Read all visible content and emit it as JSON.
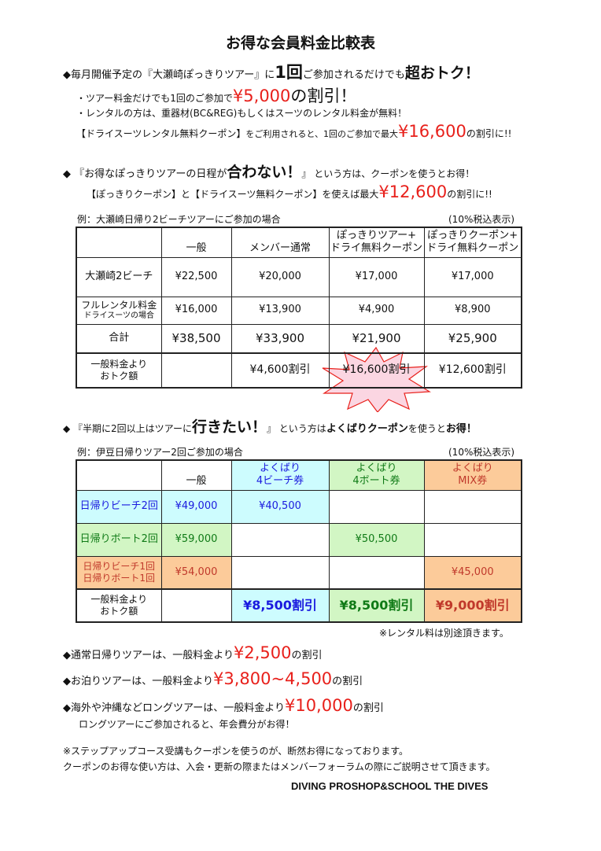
{
  "title": "お得な会員料金比較表",
  "s1": {
    "head_a": "◆毎月開催予定の『大瀬崎ぽっきりツアー』に",
    "head_b": "1回",
    "head_c": "ご参加されるだけでも",
    "head_d": "超おトク！",
    "l1_a": "・ツアー料金だけでも1回のご参加で",
    "l1_b": "¥5,000",
    "l1_c": "の割引！",
    "l2": "・レンタルの方は、重器材(BC&REG)もしくはスーツのレンタル料金が無料！",
    "l3_a": "【ドライスーツレンタル無料クーポン】",
    "l3_b": "をご利用されると、1回のご参加で最大",
    "l3_c": "¥16,600",
    "l3_d": "の割引に!!"
  },
  "s2": {
    "head_a": "◆ 『お得なぽっきりツアーの日程が",
    "head_b": "合わない！",
    "head_c": "』 という方は、クーポンを使うとお得！",
    "l1_a": "【ぽっきりクーポン】と【ドライスーツ無料クーポン】を使えば最大",
    "l1_b": "¥12,600",
    "l1_c": "の割引に!!"
  },
  "t1": {
    "caption": "例：大瀬崎日帰り2ビーチツアーにご参加の場合",
    "tax": "(10%税込表示)",
    "headers": [
      "一般",
      "メンバー通常",
      "ぽっきりツアー+\nドライ無料クーポン",
      "ぽっきりクーポン+\nドライ無料クーポン"
    ],
    "header_c3_l1": "ぽっきりツアー+",
    "header_c3_l2": "ドライ無料クーポン",
    "header_c4_l1": "ぽっきりクーポン+",
    "header_c4_l2": "ドライ無料クーポン",
    "row1": {
      "label": "大瀬崎2ビーチ",
      "v": [
        "¥22,500",
        "¥20,000",
        "¥17,000",
        "¥17,000"
      ]
    },
    "row2": {
      "label": "フルレンタル料金",
      "sub": "ドライスーツの場合",
      "v": [
        "¥16,000",
        "¥13,900",
        "¥4,900",
        "¥8,900"
      ]
    },
    "row3": {
      "label": "合計",
      "v": [
        "¥38,500",
        "¥33,900",
        "¥21,900",
        "¥25,900"
      ]
    },
    "row4": {
      "label_l1": "一般料金より",
      "label_l2": "おトク額",
      "v": [
        "",
        "¥4,600割引",
        "¥16,600割引",
        "¥12,600割引"
      ]
    }
  },
  "s3": {
    "head_a": "◆ 『半期に2回以上はツアーに",
    "head_b": "行きたい！",
    "head_c": "』 という方は",
    "head_d": "よくばりクーポン",
    "head_e": "を使うと",
    "head_f": "お得！"
  },
  "t2": {
    "caption": "例：伊豆日帰りツアー2回ご参加の場合",
    "tax": "(10%税込表示)",
    "h1": "一般",
    "h2_l1": "よくばり",
    "h2_l2": "4ビーチ券",
    "h3_l1": "よくばり",
    "h3_l2": "4ボート券",
    "h4_l1": "よくばり",
    "h4_l2": "MIX券",
    "row1": {
      "label": "日帰りビーチ2回",
      "v": [
        "¥49,000",
        "¥40,500",
        "",
        ""
      ]
    },
    "row2": {
      "label": "日帰りボート2回",
      "v": [
        "¥59,000",
        "",
        "¥50,500",
        ""
      ]
    },
    "row3": {
      "label_l1": "日帰りビーチ1回",
      "label_l2": "日帰りボート1回",
      "v": [
        "¥54,000",
        "",
        "",
        "¥45,000"
      ]
    },
    "row4": {
      "label_l1": "一般料金より",
      "label_l2": "おトク額",
      "v": [
        "",
        "¥8,500割引",
        "¥8,500割引",
        "¥9,000割引"
      ]
    },
    "note": "※レンタル料は別途頂きます。"
  },
  "s4": {
    "l1_a": "◆通常日帰りツアーは、一般料金より",
    "l1_b": "¥2,500",
    "l1_c": "の割引",
    "l2_a": "◆お泊りツアーは、一般料金より",
    "l2_b": "¥3,800~4,500",
    "l2_c": "の割引",
    "l3_a": "◆海外や沖縄などロングツアーは、一般料金より",
    "l3_b": "¥10,000",
    "l3_c": "の割引",
    "l4": "ロングツアーにご参加されると、年会費分がお得！"
  },
  "footer": {
    "n1": "※ステップアップコース受講もクーポンを使うのが、断然お得になっております。",
    "n2": "クーポンのお得な使い方は、入会・更新の際またはメンバーフォーラムの際にご説明させて頂きます。",
    "brand": "DIVING PROSHOP&SCHOOL  THE DIVES"
  },
  "colors": {
    "red": "#e8201b",
    "blue_bg": "#cdfcfe",
    "green_bg": "#d2f6c4",
    "orange_bg": "#fccb9a",
    "starburst": "#fbd6e2"
  }
}
